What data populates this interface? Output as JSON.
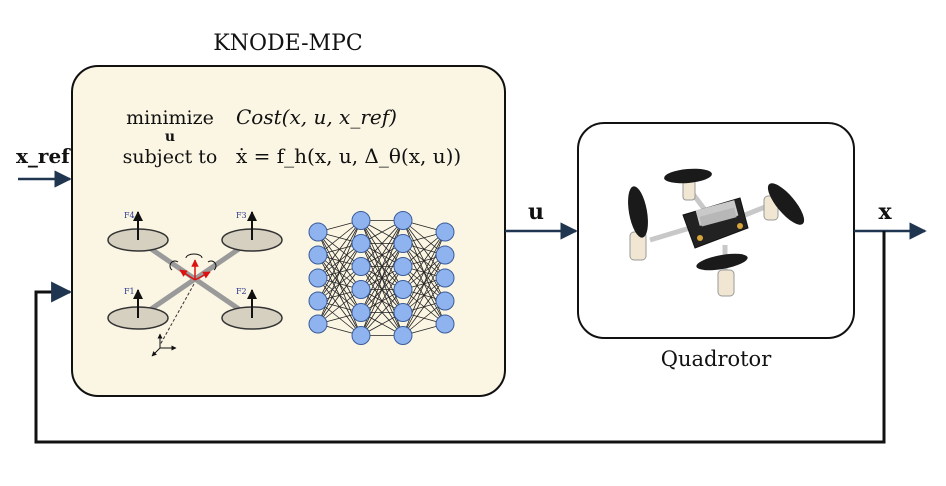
{
  "mpc_block": {
    "title": "KNODE-MPC",
    "minimize_label": "minimize",
    "minimize_sub": "u",
    "objective": "Cost(x, u, x_ref)",
    "subject_to_label": "subject to",
    "constraint": "ẋ = f_h(x, u, Δ_θ(x, u))",
    "fill": "#fbf5e3"
  },
  "plant_block": {
    "title": "Quadrotor"
  },
  "signals": {
    "reference": "x_ref",
    "control": "u",
    "state": "x",
    "arrow_color": "#1f3550"
  },
  "quad_schematic": {
    "force_labels": [
      "F4",
      "F3",
      "F1",
      "F2"
    ]
  },
  "network": {
    "layers": [
      5,
      6,
      6,
      5
    ],
    "node_fill": "#8fb3ef"
  }
}
